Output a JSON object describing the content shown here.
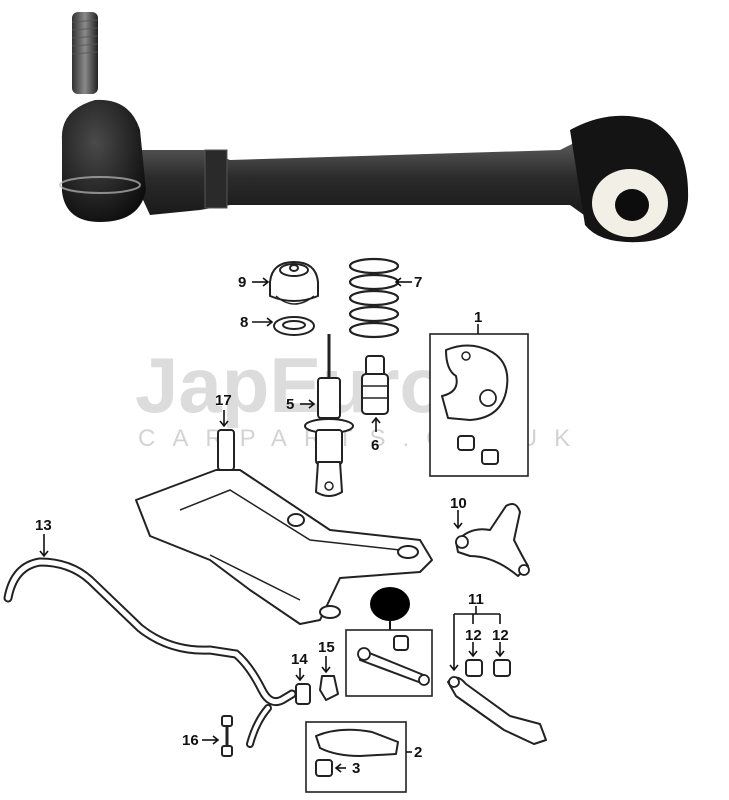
{
  "watermark": {
    "brand": "JapEuro",
    "subtitle": "CARPARTS.CO.UK"
  },
  "callouts": [
    {
      "id": "1",
      "label": "1"
    },
    {
      "id": "2",
      "label": "2"
    },
    {
      "id": "3",
      "label": "3"
    },
    {
      "id": "5",
      "label": "5"
    },
    {
      "id": "6",
      "label": "6"
    },
    {
      "id": "7",
      "label": "7"
    },
    {
      "id": "8",
      "label": "8"
    },
    {
      "id": "9",
      "label": "9"
    },
    {
      "id": "10",
      "label": "10"
    },
    {
      "id": "11",
      "label": "11"
    },
    {
      "id": "12a",
      "label": "12"
    },
    {
      "id": "12b",
      "label": "12"
    },
    {
      "id": "13",
      "label": "13"
    },
    {
      "id": "14",
      "label": "14"
    },
    {
      "id": "15",
      "label": "15"
    },
    {
      "id": "16",
      "label": "16"
    },
    {
      "id": "17",
      "label": "17"
    }
  ],
  "colors": {
    "metal_dark": "#1c1c1c",
    "metal_mid": "#3a3a3a",
    "bushing": "#f2efe6",
    "line": "#222222",
    "highlight": "#000000"
  }
}
